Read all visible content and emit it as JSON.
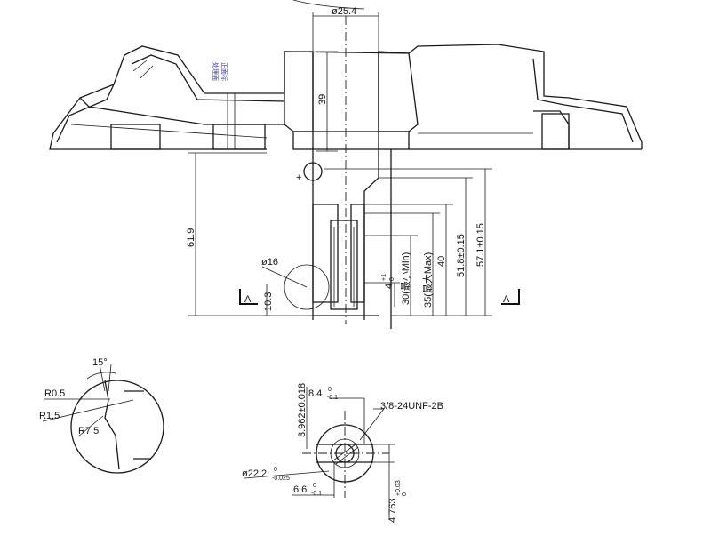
{
  "dimensions": {
    "d_top": "ø25.4",
    "h39": "39",
    "h61_9": "61.9",
    "h10_3": "10.3",
    "d16": "ø16",
    "h4": "4",
    "h4_tol_up": "+1",
    "h4_tol_lo": "0",
    "h30": "30(最小Min)",
    "h35": "35(最大Max)",
    "h40": "40",
    "h51_8": "51.8±0.15",
    "h57_1": "57.1±0.15",
    "section_a_left": "A",
    "section_a_right": "A"
  },
  "detail": {
    "angle": "15°",
    "r0_5": "R0.5",
    "r1_5": "R1.5",
    "r7_5": "R7.5"
  },
  "shaft_section": {
    "d3962": "3.962±0.018",
    "d8_4": "8.4",
    "d8_4_tol_up": "0",
    "d8_4_tol_lo": "-0.1",
    "thread": "3/8-24UNF-2B",
    "d22_2": "ø22.2",
    "d22_2_tol_up": "0",
    "d22_2_tol_lo": "-0.025",
    "d6_6": "6.6",
    "d6_6_tol_up": "0",
    "d6_6_tol_lo": "-0.1",
    "d4_763": "4.763",
    "d4_763_tol_up": "+0.03",
    "d4_763_tol_lo": "0"
  },
  "notes": {
    "vertical_note_1": "正面标",
    "vertical_note_2": "处理面"
  }
}
